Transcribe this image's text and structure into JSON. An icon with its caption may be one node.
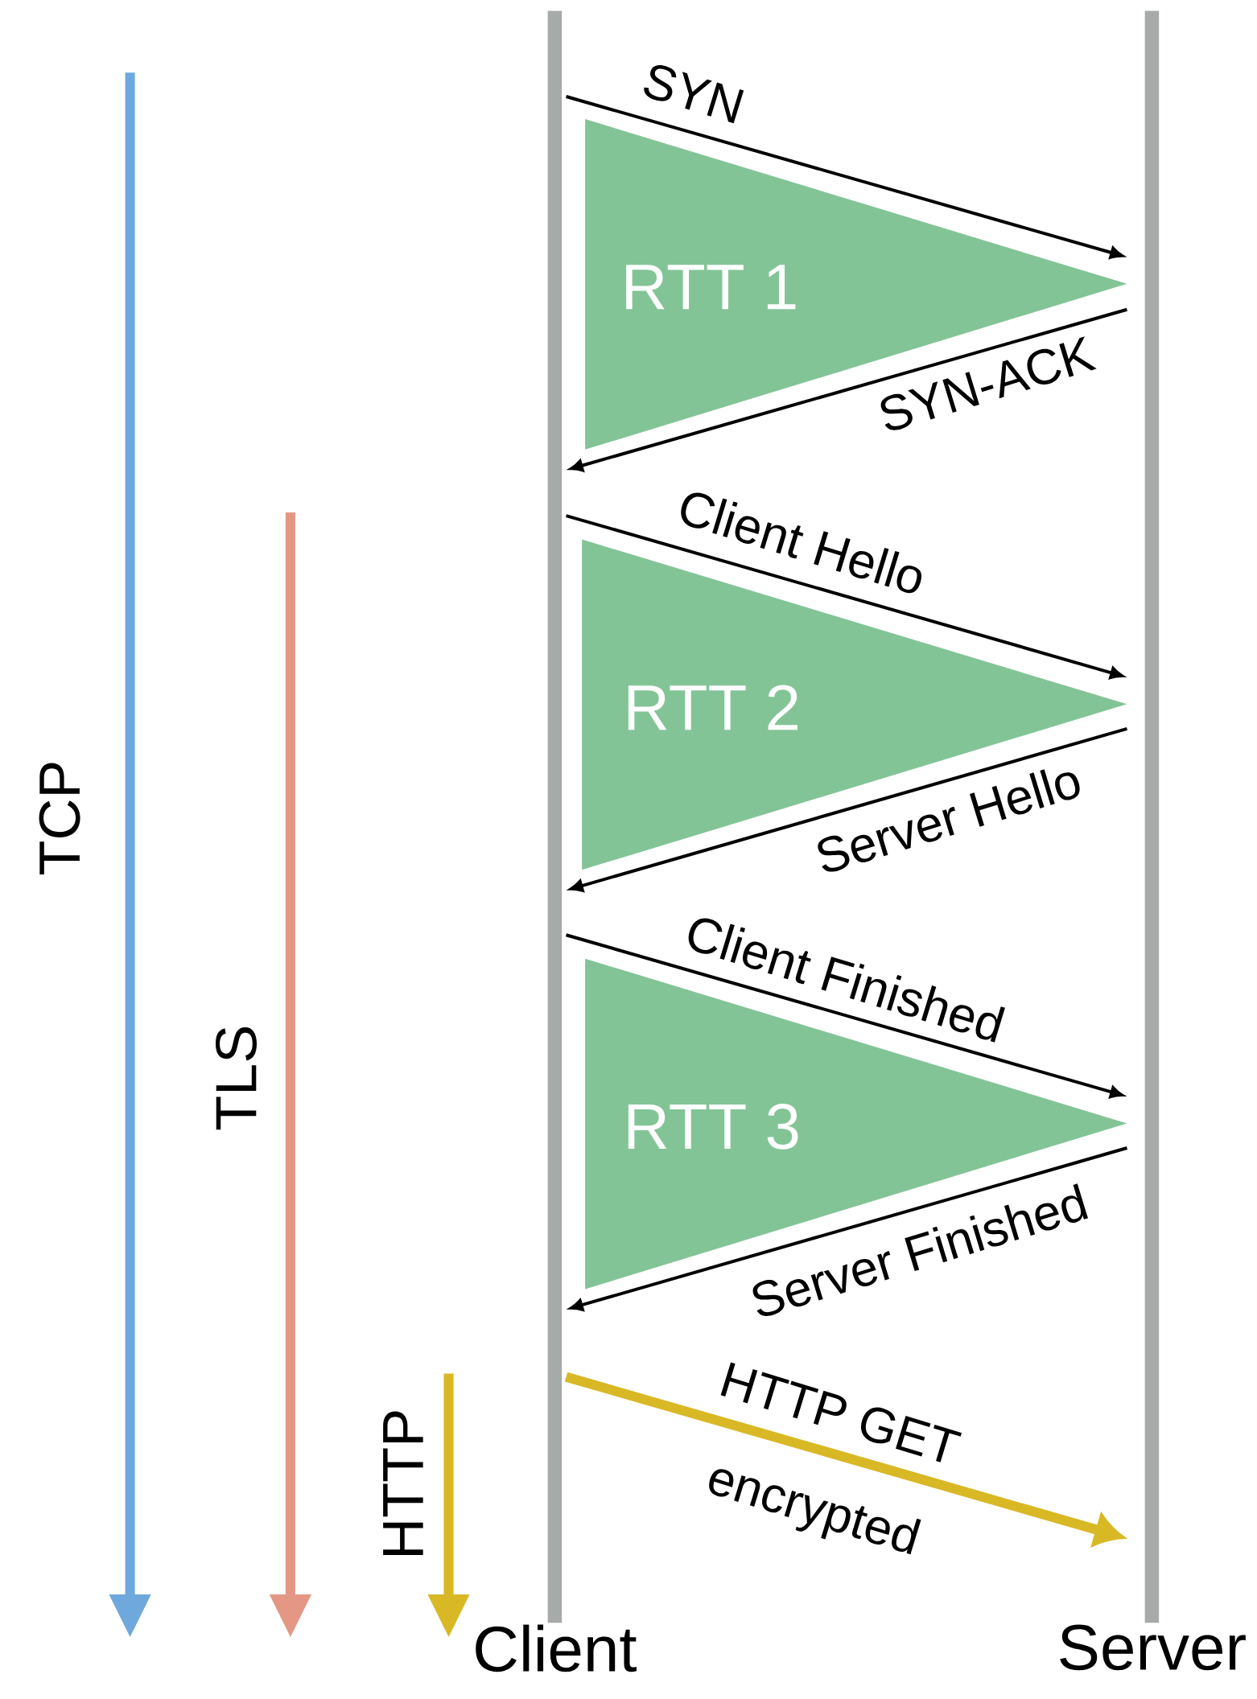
{
  "diagram": {
    "nodes": [
      {
        "text": [
          "Client"
        ]
      },
      {
        "text": [
          "Server"
        ]
      },
      {
        "text": [
          "RTT 1"
        ]
      },
      {
        "text": [
          "RTT 2"
        ]
      },
      {
        "text": [
          "RTT 3"
        ]
      }
    ],
    "edges": [
      {
        "from": 0,
        "to": 1,
        "arrow": "to",
        "label": "SYN"
      },
      {
        "from": 1,
        "to": 0,
        "arrow": "to",
        "label": "SYN-ACK"
      },
      {
        "from": 0,
        "to": 1,
        "arrow": "to",
        "label": "Client Hello"
      },
      {
        "from": 1,
        "to": 0,
        "arrow": "to",
        "label": "Server Hello"
      },
      {
        "from": 0,
        "to": 1,
        "arrow": "to",
        "label": "Client Finished"
      },
      {
        "from": 1,
        "to": 0,
        "arrow": "to",
        "label": "Server Finished"
      },
      {
        "from": 0,
        "to": 1,
        "arrow": "to",
        "label": "HTTP GET",
        "style": "thick",
        "color": "#d9b826"
      }
    ],
    "labels": [
      "TCP",
      "TLS",
      "HTTP",
      "encrypted"
    ]
  }
}
